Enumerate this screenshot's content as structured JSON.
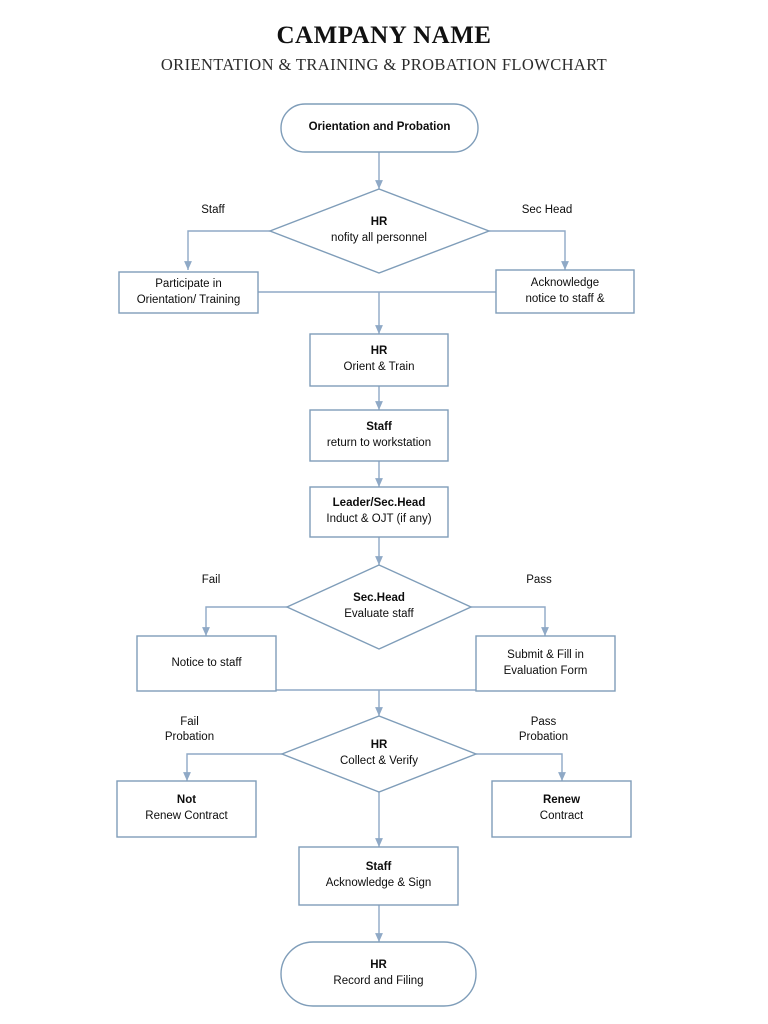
{
  "header": {
    "title": "CAMPANY NAME",
    "subtitle": "ORIENTATION & TRAINING & PROBATION FLOWCHART"
  },
  "theme": {
    "shape_stroke": "#7f9db9",
    "connector_stroke": "#8fa9c6",
    "text_color": "#0d0d0d",
    "background": "#ffffff"
  },
  "chart_data": {
    "type": "flowchart",
    "title": "ORIENTATION & TRAINING & PROBATION FLOWCHART",
    "orientation": "top-to-bottom",
    "nodes": [
      {
        "id": "start",
        "shape": "terminator",
        "line1": "Orientation and Probation",
        "line2": ""
      },
      {
        "id": "d1",
        "shape": "decision",
        "line1": "HR",
        "line2": "nofity all personnel"
      },
      {
        "id": "participate",
        "shape": "process",
        "line1": "Participate in",
        "line2": "Orientation/ Training"
      },
      {
        "id": "acknowledge",
        "shape": "process",
        "line1": "Acknowledge",
        "line2": "notice to staff &"
      },
      {
        "id": "orient",
        "shape": "process",
        "line1": "HR",
        "line2": "Orient & Train"
      },
      {
        "id": "return",
        "shape": "process",
        "line1": "Staff",
        "line2": "return to workstation"
      },
      {
        "id": "induct",
        "shape": "process",
        "line1": "Leader/Sec.Head",
        "line2": "Induct & OJT (if any)"
      },
      {
        "id": "d2",
        "shape": "decision",
        "line1": "Sec.Head",
        "line2": "Evaluate staff"
      },
      {
        "id": "notice",
        "shape": "process",
        "line1": "Notice to staff",
        "line2": ""
      },
      {
        "id": "submit",
        "shape": "process",
        "line1": "Submit & Fill in",
        "line2": "Evaluation Form"
      },
      {
        "id": "d3",
        "shape": "decision",
        "line1": "HR",
        "line2": "Collect & Verify"
      },
      {
        "id": "notrenew",
        "shape": "process",
        "line1": "Not",
        "line2": "Renew Contract"
      },
      {
        "id": "renew",
        "shape": "process",
        "line1": "Renew",
        "line2": "Contract"
      },
      {
        "id": "sign",
        "shape": "process",
        "line1": "Staff",
        "line2": "Acknowledge & Sign"
      },
      {
        "id": "end",
        "shape": "terminator",
        "line1": "HR",
        "line2": "Record and Filing"
      }
    ],
    "edge_labels": [
      {
        "id": "lbl-staff",
        "text": "Staff",
        "from": "d1",
        "to": "participate"
      },
      {
        "id": "lbl-sechead",
        "text": "Sec Head",
        "from": "d1",
        "to": "acknowledge"
      },
      {
        "id": "lbl-fail",
        "text": "Fail",
        "from": "d2",
        "to": "notice"
      },
      {
        "id": "lbl-pass",
        "text": "Pass",
        "from": "d2",
        "to": "submit"
      },
      {
        "id": "lbl-fail-probation",
        "text": "Fail\nProbation",
        "from": "d3",
        "to": "notrenew"
      },
      {
        "id": "lbl-pass-probation",
        "text": "Pass\nProbation",
        "from": "d3",
        "to": "renew"
      }
    ],
    "edges": [
      {
        "from": "start",
        "to": "d1"
      },
      {
        "from": "d1",
        "to": "participate"
      },
      {
        "from": "d1",
        "to": "acknowledge"
      },
      {
        "from": "participate",
        "to": "orient"
      },
      {
        "from": "acknowledge",
        "to": "orient"
      },
      {
        "from": "orient",
        "to": "return"
      },
      {
        "from": "return",
        "to": "induct"
      },
      {
        "from": "induct",
        "to": "d2"
      },
      {
        "from": "d2",
        "to": "notice"
      },
      {
        "from": "d2",
        "to": "submit"
      },
      {
        "from": "notice",
        "to": "d3"
      },
      {
        "from": "submit",
        "to": "d3"
      },
      {
        "from": "d3",
        "to": "notrenew"
      },
      {
        "from": "d3",
        "to": "renew"
      },
      {
        "from": "d3",
        "to": "sign"
      },
      {
        "from": "sign",
        "to": "end"
      }
    ]
  }
}
